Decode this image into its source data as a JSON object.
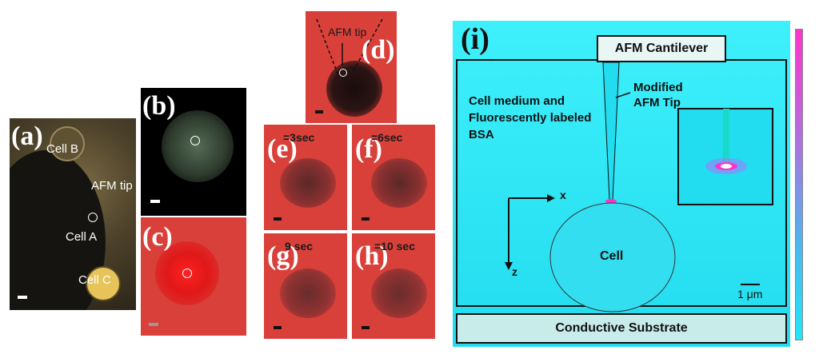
{
  "panels": {
    "a": {
      "label": "(a)",
      "cell_b": "Cell B",
      "afm_tip": "AFM tip",
      "cell_a": "Cell A",
      "cell_c": "Cell C"
    },
    "b": {
      "label": "(b)"
    },
    "c": {
      "label": "(c)"
    },
    "d": {
      "label": "(d)",
      "afm_tip": "AFM tip"
    },
    "e": {
      "label": "(e)",
      "time": "=3sec"
    },
    "f": {
      "label": "(f)",
      "time": "=6sec"
    },
    "g": {
      "label": "(g)",
      "time": "9 sec"
    },
    "h": {
      "label": "(h)",
      "time": "=10 sec"
    }
  },
  "diagram": {
    "label": "(i)",
    "cantilever": "AFM Cantilever",
    "modified_tip": [
      "Modified",
      "AFM Tip"
    ],
    "medium": [
      "Cell medium and",
      "Fluorescently labeled",
      "BSA"
    ],
    "x_axis": "x",
    "z_axis": "z",
    "cell": "Cell",
    "scale": "1 μm",
    "substrate": "Conductive Substrate"
  },
  "colors": {
    "red": "#d9403a",
    "cyan": "#22e6f5",
    "magenta": "#ff33cc"
  }
}
